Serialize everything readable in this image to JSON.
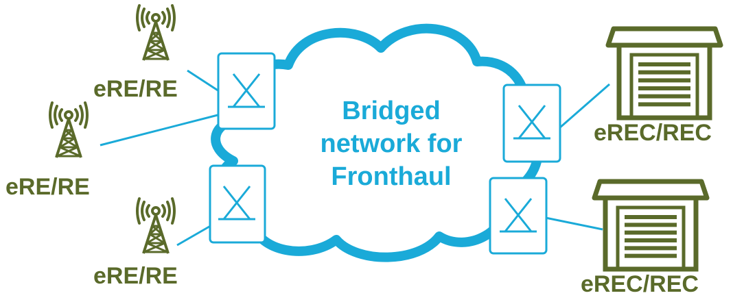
{
  "colors": {
    "link": "#1aaad8",
    "cloud": "#1aaad8",
    "switch_stroke": "#1aaad8",
    "equipment": "#5a6a2a",
    "re_label": "#5a6a2a",
    "rec_label": "#5a6a2a",
    "cloud_text": "#1aaad8"
  },
  "cloud": {
    "text_lines": [
      "Bridged",
      "network for",
      "Fronthaul"
    ]
  },
  "radio_equipment": [
    {
      "label": "eRE/RE",
      "icon": "antenna-tower-icon"
    },
    {
      "label": "eRE/RE",
      "icon": "antenna-tower-icon"
    },
    {
      "label": "eRE/RE",
      "icon": "antenna-tower-icon"
    }
  ],
  "radio_controllers": [
    {
      "label": "eREC/REC",
      "icon": "garage-controller-icon"
    },
    {
      "label": "eREC/REC",
      "icon": "garage-controller-icon"
    }
  ],
  "switches": [
    {
      "icon": "bridge-switch-icon"
    },
    {
      "icon": "bridge-switch-icon"
    },
    {
      "icon": "bridge-switch-icon"
    },
    {
      "icon": "bridge-switch-icon"
    }
  ]
}
